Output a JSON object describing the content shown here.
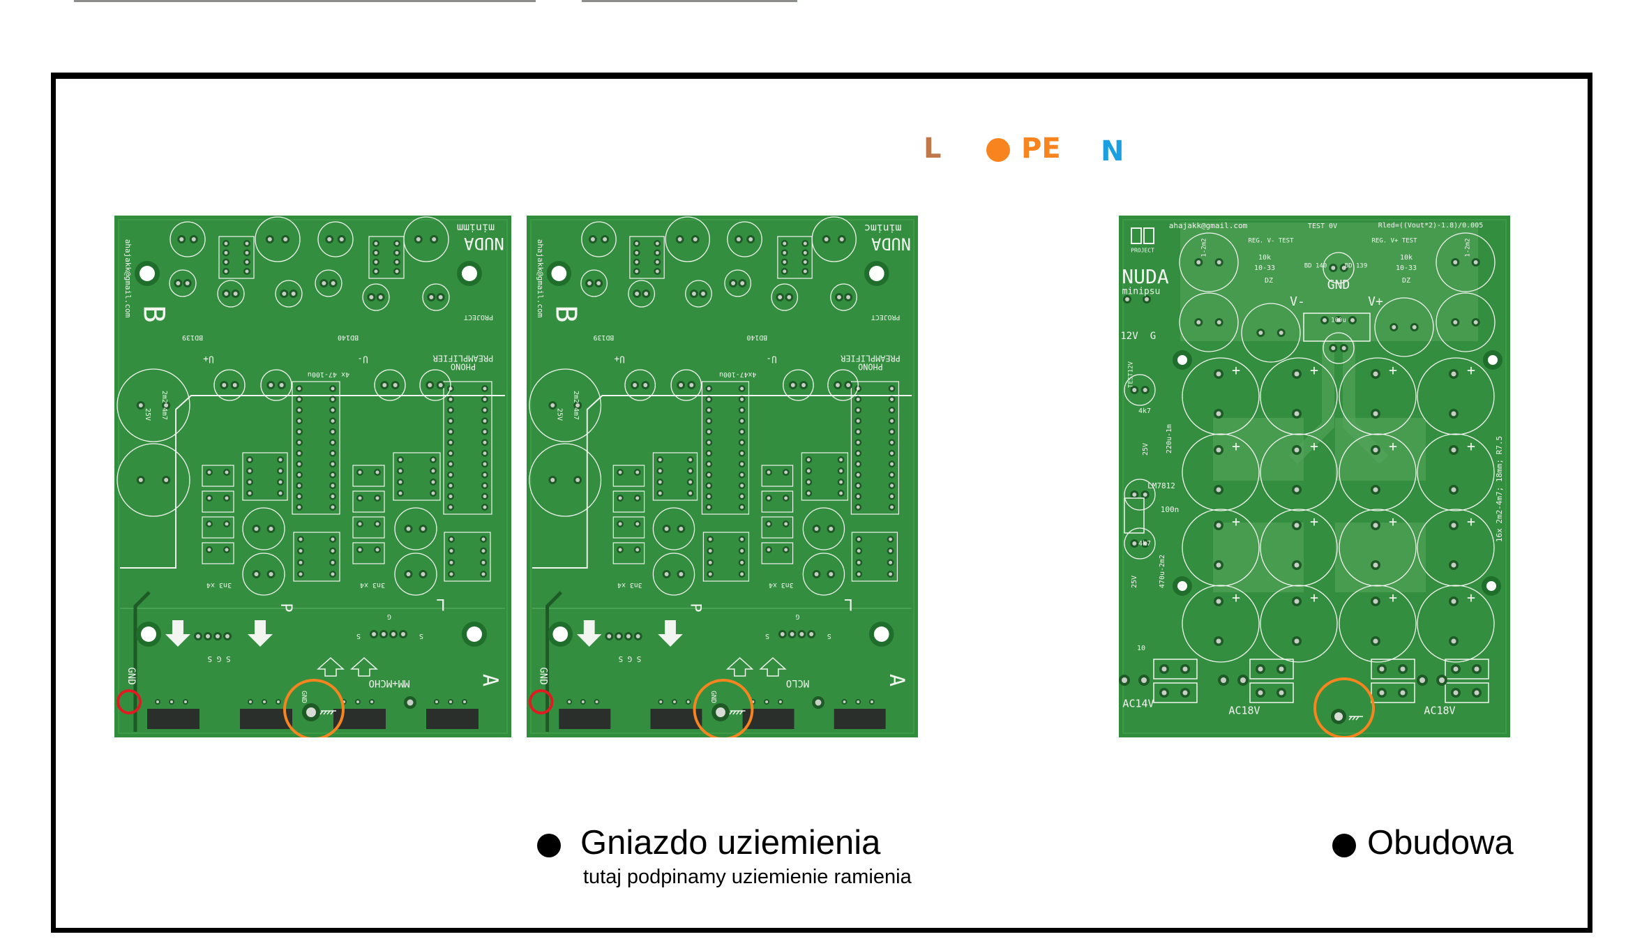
{
  "legend": {
    "l": {
      "label": "L",
      "color": "#c0784a"
    },
    "pe": {
      "label": "PE",
      "color": "#f7841f"
    },
    "n": {
      "label": "N",
      "color": "#1a9fe0"
    }
  },
  "captions": {
    "ground_socket": "Gniazdo uziemienia",
    "ground_socket_note": "tutaj podpinamy uziemienie ramienia",
    "enclosure": "Obudowa"
  },
  "colors": {
    "board": "#2f8d3c",
    "board_dark": "#1f6e2c",
    "copper_pour": "#55a55c",
    "silk": "#f2f5f0",
    "marker_orange": "#f7841f",
    "marker_red": "#e01b22"
  },
  "preamp_boards": [
    {
      "title": "NUDA",
      "subtitle": "minimm",
      "project": "PROJECT",
      "line1": "PHONO",
      "line2": "PREAMPLIFIER",
      "email": "ahajakk@gmail.com",
      "channel_b": "B",
      "channel_a": "A",
      "gnd": "GND",
      "gnd_pad": "GND",
      "input": "MM+MCHO",
      "bd_left": "BD139",
      "bd_right": "BD140",
      "u_plus": "U+",
      "u_minus": "U-",
      "caps": "4x 47-100u",
      "cap_big": "2m2-4m7",
      "volt": "25V",
      "film": "3n3 x4",
      "p": "P",
      "l": "L",
      "sgs": "S G S",
      "g": "G",
      "s": "S"
    },
    {
      "title": "NUDA",
      "subtitle": "minimc",
      "project": "PROJECT",
      "line1": "PHONO",
      "line2": "PREAMPLIFIER",
      "email": "ahajakk@gmail.com",
      "channel_b": "B",
      "channel_a": "A",
      "gnd": "GND",
      "gnd_pad": "GND",
      "input": "MCLO",
      "bd_left": "BD139",
      "bd_right": "BD140",
      "u_plus": "U+",
      "u_minus": "U-",
      "caps": "4x47-100u",
      "cap_big": "2m2-4m7",
      "volt": "25V",
      "film": "3n3 x4",
      "p": "P",
      "l": "L",
      "sgs": "S G S",
      "g": "G",
      "s": "S"
    }
  ],
  "psu_board": {
    "email": "ahajakk@gmail.com",
    "project": "PROJECT",
    "title": "NUDA",
    "subtitle": "minipsu",
    "test0v": "TEST 0V",
    "rled": "Rled=((Vout*2)-1.8)/0.005",
    "reg_minus": "REG. V- TEST",
    "reg_plus": "REG. V+ TEST",
    "gnd": "GND",
    "v_minus": "V-",
    "v_plus": "V+",
    "bd140": "BD 140",
    "bd139": "BD 139",
    "c100u": "100u",
    "r10k": "10k",
    "r1033": "10-33",
    "dz": "DZ",
    "v12": "12V",
    "g": "G",
    "test12v": "TEST12V",
    "r4k7": "4k7",
    "c220": "220u-1m",
    "c470": "470u-2m2",
    "v25": "25V",
    "lm7812": "LM7812",
    "c100n": "100n",
    "r10": "10",
    "ac14": "AC14V",
    "ac18": "AC18V",
    "caps_note": "16x 2m2-4m7; 18mm; R7.5",
    "cap_small": "1-2m2"
  }
}
